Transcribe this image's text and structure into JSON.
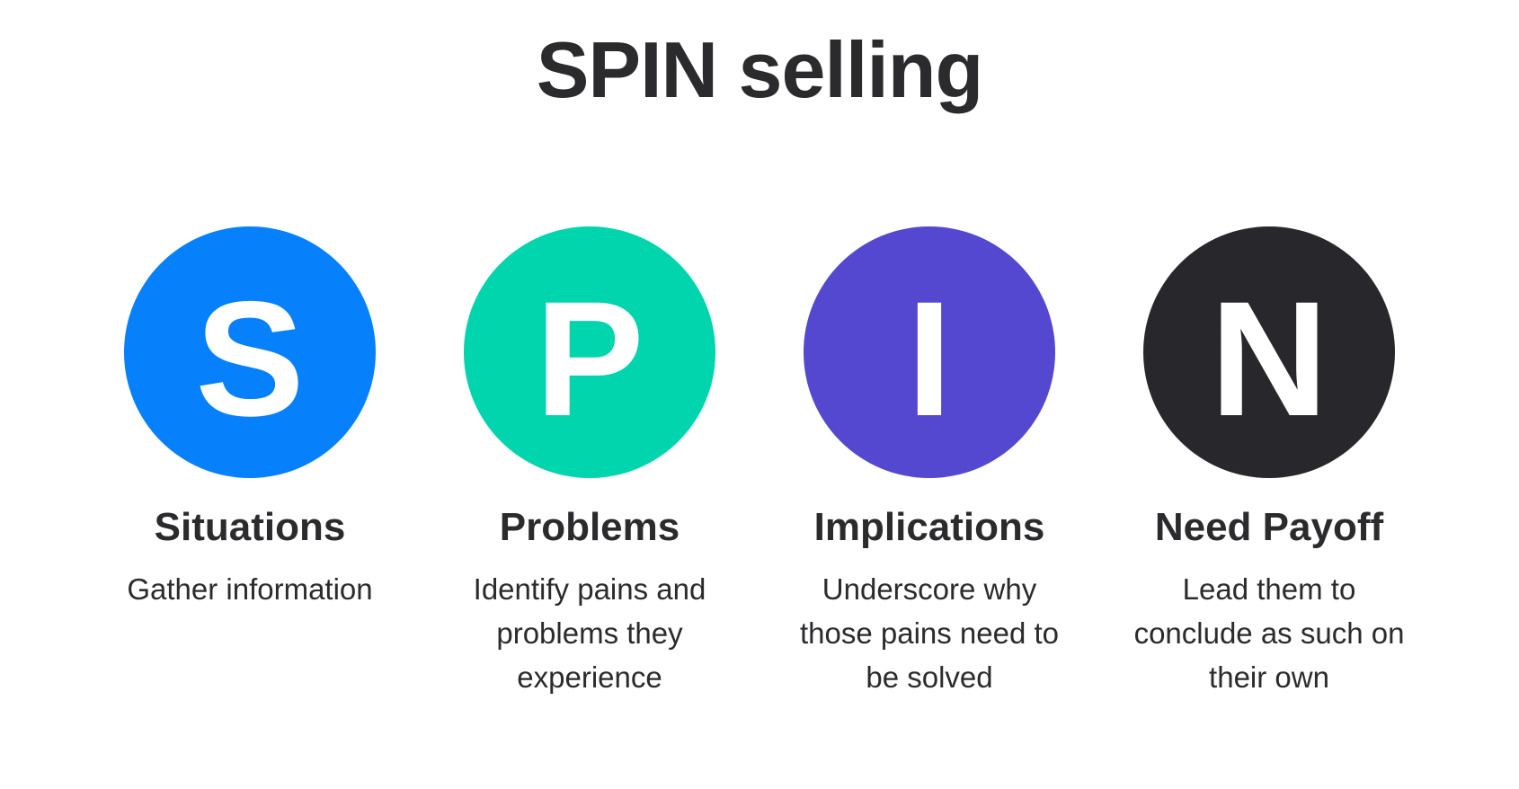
{
  "title": "SPIN selling",
  "colors": {
    "background": "#FFFFFF",
    "text": "#2B2B2E",
    "letter": "#FFFFFF"
  },
  "steps": [
    {
      "letter": "S",
      "color": "#0781FB",
      "heading": "Situations",
      "description": "Gather information"
    },
    {
      "letter": "P",
      "color": "#00D5AD",
      "heading": "Problems",
      "description": "Identify pains and problems they experience"
    },
    {
      "letter": "I",
      "color": "#5348CF",
      "heading": "Implications",
      "description": "Underscore why those pains need to be solved"
    },
    {
      "letter": "N",
      "color": "#28282C",
      "heading": "Need Payoff",
      "description": "Lead them to conclude as such on their own"
    }
  ]
}
